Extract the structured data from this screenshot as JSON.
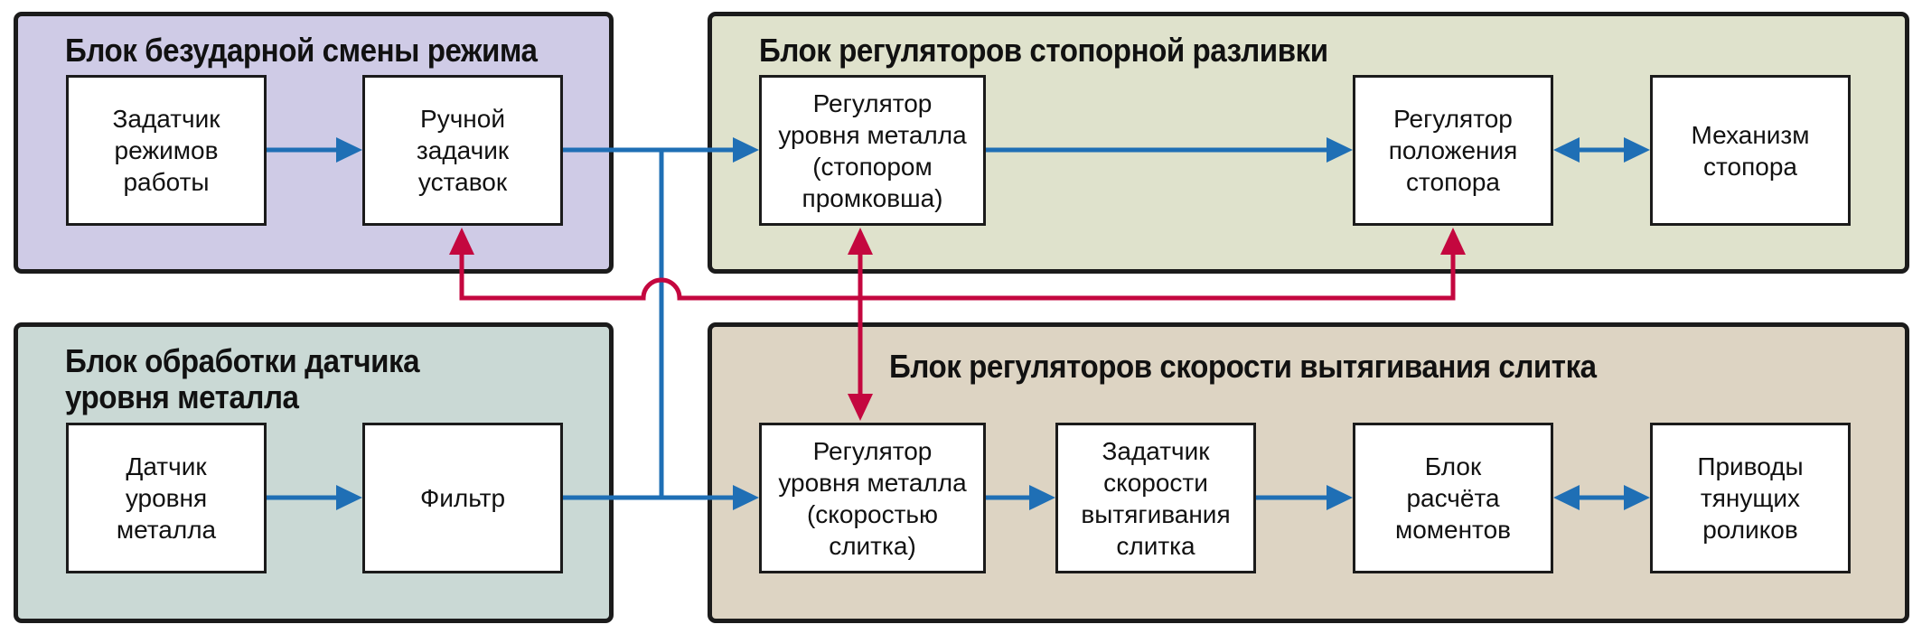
{
  "colors": {
    "flow_arrow": "#1f6fb5",
    "feedback_arrow": "#c4073f",
    "mode_block_bg": "#cfcbe6",
    "stopper_block_bg": "#dfe2cc",
    "sensor_block_bg": "#cad9d5",
    "speed_block_bg": "#ddd4c3",
    "box_bg": "#ffffff",
    "border": "#1b1b1b"
  },
  "blocks": {
    "mode": {
      "title": "Блок безударной смены режима",
      "boxes": {
        "mode_setter": "Задатчик\nрежимов\nработы",
        "manual_setter": "Ручной\nзадачик\nуставок"
      }
    },
    "stopper": {
      "title": "Блок регуляторов стопорной разливки",
      "boxes": {
        "level_reg_stopper": "Регулятор\nуровня металла\n(стопором\nпромковша)",
        "position_reg": "Регулятор\nположения\nстопора",
        "stopper_mech": "Механизм\nстопора"
      }
    },
    "sensor": {
      "title_line1": "Блок обработки датчика",
      "title_line2": "уровня металла",
      "boxes": {
        "level_sensor": "Датчик\nуровня\nметалла",
        "filter": "Фильтр"
      }
    },
    "speed": {
      "title": "Блок регуляторов скорости вытягивания слитка",
      "boxes": {
        "level_reg_speed": "Регулятор\nуровня металла\n(скоростью\nслитка)",
        "speed_setter": "Задатчик\nскорости\nвытягивания\nслитка",
        "moment_calc": "Блок\nрасчёта\nмоментов",
        "roll_drives": "Приводы\nтянущих\nроликов"
      }
    }
  }
}
